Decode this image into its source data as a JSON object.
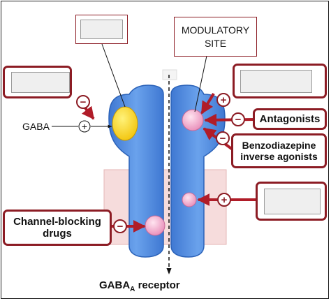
{
  "labels": {
    "modulatory_site": "MODULATORY\nSITE",
    "gaba": "GABA",
    "antagonists": "Antagonists",
    "benzodiazepine": "Benzodiazepine\ninverse agonists",
    "channel_blocking": "Channel-blocking\ndrugs",
    "receptor_main": "GABA",
    "receptor_sub": "A",
    "receptor_suffix": " receptor"
  },
  "signs": {
    "plus": "+",
    "minus": "−"
  },
  "colors": {
    "accent_red": "#8c1c24",
    "arrow_red": "#b01c28",
    "subunit_blue": "#4d87dc",
    "membrane_pink": "#f6dcdc",
    "gaba_site": "#f2cc10",
    "binding_site_pink": "#f0b6d2"
  }
}
